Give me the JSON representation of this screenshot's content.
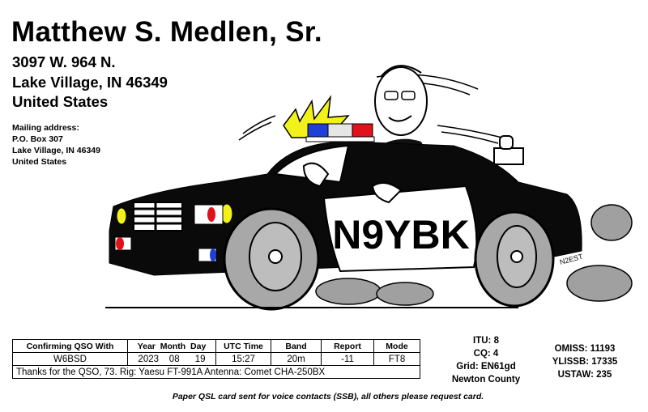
{
  "header": {
    "name": "Matthew S. Medlen, Sr.",
    "address": [
      "3097 W. 964 N.",
      "Lake Village, IN 46349",
      "United States"
    ],
    "mailing": [
      "Mailing address:",
      "P.O. Box 307",
      "Lake Village, IN 46349",
      "United States"
    ]
  },
  "artwork": {
    "callsign": "N9YBK",
    "artist_signature": "N2EST",
    "colors": {
      "light_blue": "#1f3fd6",
      "light_red": "#e0121b",
      "flash_yellow": "#f2f21a",
      "tire_gray": "#a8a8a8"
    }
  },
  "qso": {
    "headers": [
      "Confirming QSO With",
      "Year  Month  Day",
      "UTC Time",
      "Band",
      "Report",
      "Mode"
    ],
    "row": {
      "call": "W6BSD",
      "year": "2023",
      "month": "08",
      "day": "19",
      "utc": "15:27",
      "band": "20m",
      "report": "-11",
      "mode": "FT8"
    },
    "notes": "Thanks for the QSO, 73. Rig: Yaesu FT-991A Antenna: Comet CHA-250BX"
  },
  "station": {
    "location": [
      "ITU: 8",
      "CQ: 4",
      "Grid: EN61gd",
      "Newton County"
    ],
    "awards": [
      "OMISS: 11193",
      "YLISSB: 17335",
      "USTAW: 235"
    ]
  },
  "footer": "Paper QSL card sent for voice contacts (SSB), all others please request card."
}
